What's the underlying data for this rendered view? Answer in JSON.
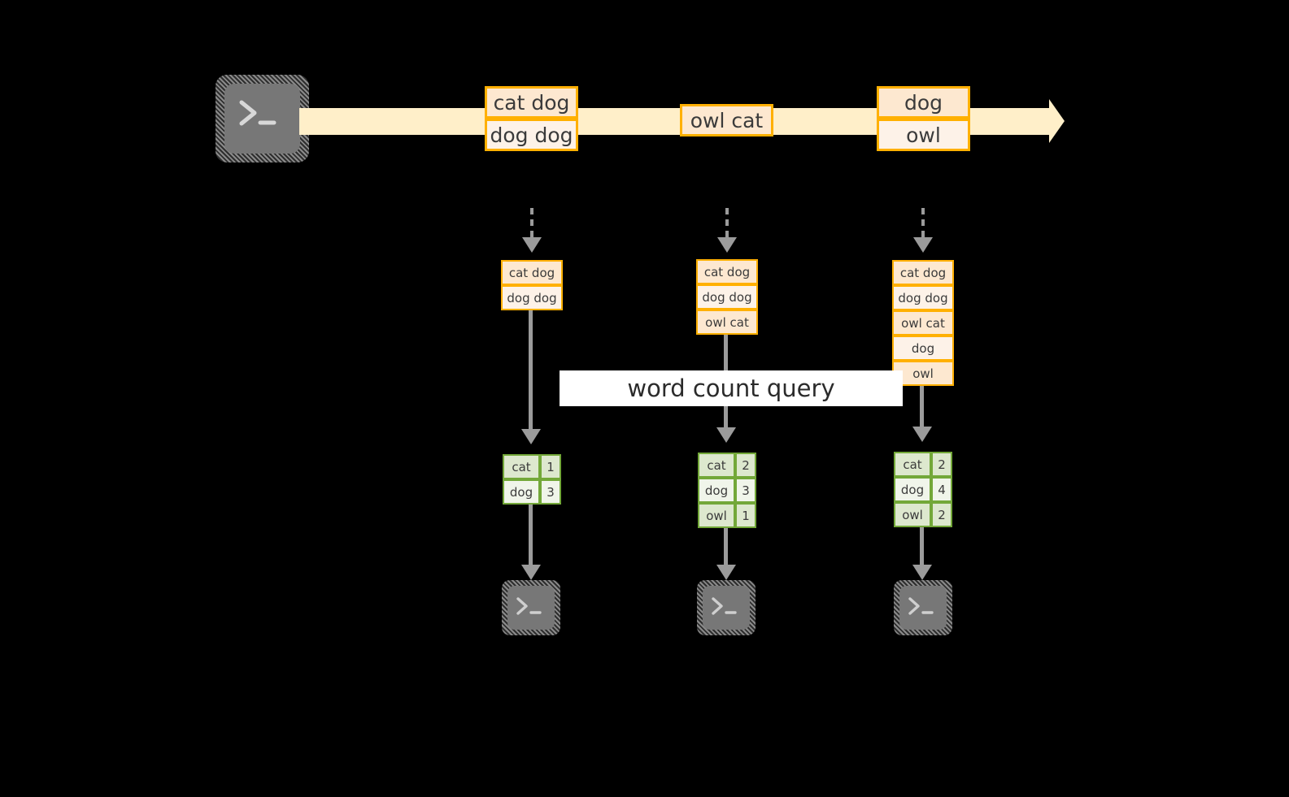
{
  "diagram": {
    "title_label": "word count query",
    "colors": {
      "record_border": "#FFB000",
      "record_fill": "#FDE8D0",
      "record_fill_light": "#FDF2E8",
      "stream_band": "#FFEFC9",
      "table_border": "#73A839",
      "table_fill": "#DDE8CE",
      "table_fill_light": "#F0F5EA",
      "connector": "#9B9B9B",
      "terminal_body": "#777777",
      "background": "#000000",
      "label_background": "#FFFFFF"
    },
    "source": {
      "icon": "terminal-icon",
      "prompt_glyph": ">_"
    },
    "stream": {
      "direction": "left-to-right",
      "groups": [
        {
          "name": "group-1",
          "records": [
            "cat dog",
            "dog dog"
          ]
        },
        {
          "name": "group-2",
          "records": [
            "owl cat"
          ]
        },
        {
          "name": "group-3",
          "records": [
            "dog",
            "owl"
          ]
        }
      ]
    },
    "columns": [
      {
        "name": "snapshot-1",
        "accumulated": [
          "cat dog",
          "dog dog"
        ],
        "counts": [
          {
            "word": "cat",
            "count": "1"
          },
          {
            "word": "dog",
            "count": "3"
          }
        ],
        "sink": {
          "icon": "terminal-icon",
          "prompt_glyph": ">_"
        }
      },
      {
        "name": "snapshot-2",
        "accumulated": [
          "cat dog",
          "dog dog",
          "owl cat"
        ],
        "counts": [
          {
            "word": "cat",
            "count": "2"
          },
          {
            "word": "dog",
            "count": "3"
          },
          {
            "word": "owl",
            "count": "1"
          }
        ],
        "sink": {
          "icon": "terminal-icon",
          "prompt_glyph": ">_"
        }
      },
      {
        "name": "snapshot-3",
        "accumulated": [
          "cat dog",
          "dog dog",
          "owl cat",
          "dog",
          "owl"
        ],
        "counts": [
          {
            "word": "cat",
            "count": "2"
          },
          {
            "word": "dog",
            "count": "4"
          },
          {
            "word": "owl",
            "count": "2"
          }
        ],
        "sink": {
          "icon": "terminal-icon",
          "prompt_glyph": ">_"
        }
      }
    ]
  }
}
